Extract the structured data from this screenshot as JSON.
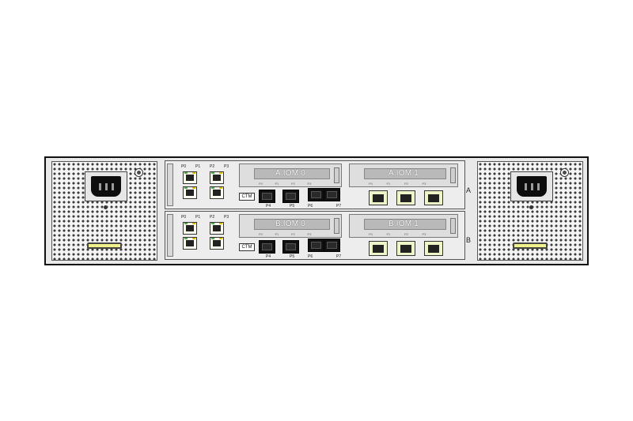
{
  "chassis": {
    "controllers": [
      {
        "letter": "A",
        "iom_labels": [
          "A.IOM 0",
          "A.IOM 1"
        ],
        "ctm_label": "CTM",
        "mgmt_port_labels": [
          "P0",
          "P1",
          "P2",
          "P3"
        ],
        "sfp_port_labels": [
          "P4",
          "P5",
          "P6",
          "P7"
        ]
      },
      {
        "letter": "B",
        "iom_labels": [
          "B.IOM 0",
          "B.IOM 1"
        ],
        "ctm_label": "CTM",
        "mgmt_port_labels": [
          "P0",
          "P1",
          "P2",
          "P3"
        ],
        "sfp_port_labels": [
          "P4",
          "P5",
          "P6",
          "P7"
        ]
      }
    ],
    "iom_port_labels": [
      "P0",
      "P1",
      "P2",
      "P3"
    ],
    "colors": {
      "frame": "#111111",
      "panel": "#e9e9e9",
      "psu_handle": "#f1ee8c",
      "led_green": "#4caf50",
      "led_yellow": "#e0c000"
    }
  }
}
